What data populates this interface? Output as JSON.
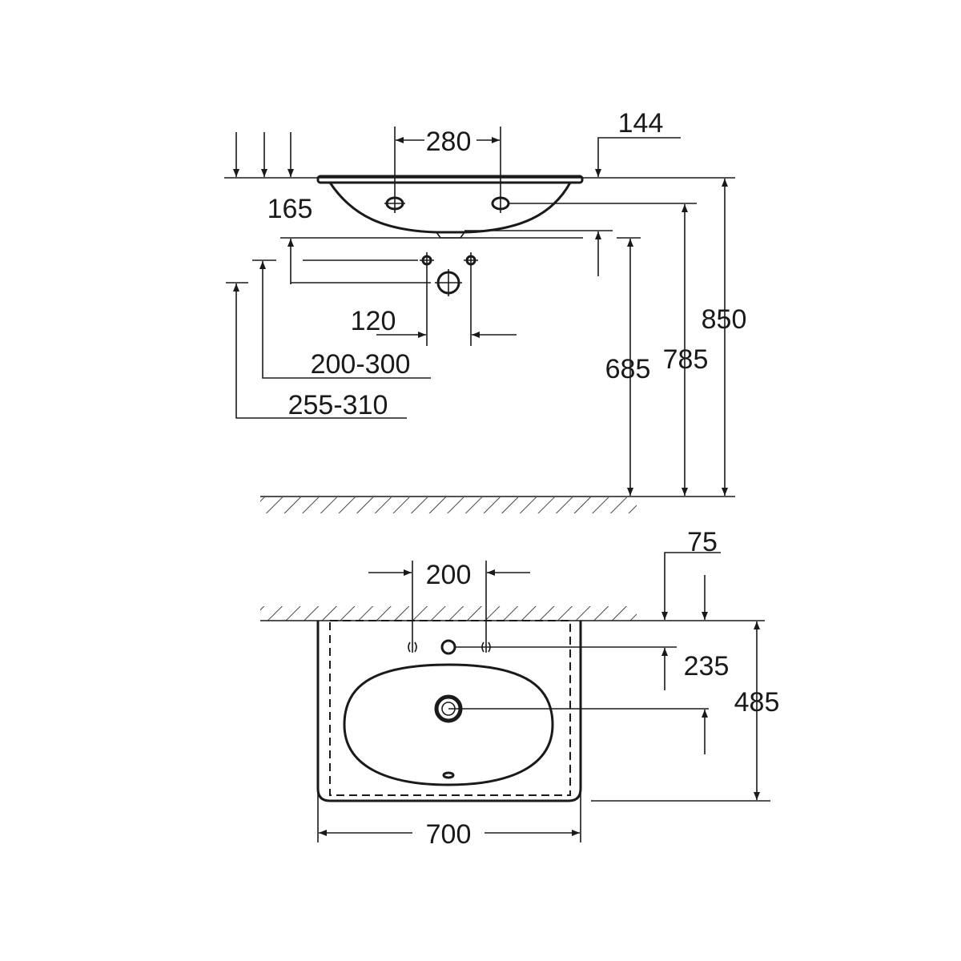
{
  "side_view": {
    "dim_hole_spacing": "280",
    "dim_rim_to_edge": "144",
    "dim_bowl_depth": "165",
    "dim_supply_spacing": "120",
    "dim_supply_height": "200-300",
    "dim_drain_height": "255-310",
    "dim_bottom_height": "685",
    "dim_hole_height": "785",
    "dim_rim_height": "850"
  },
  "top_view": {
    "dim_tap_spacing": "200",
    "dim_wall_offset": "75",
    "dim_tap_from_wall": "235",
    "dim_depth": "485",
    "dim_width": "700"
  }
}
